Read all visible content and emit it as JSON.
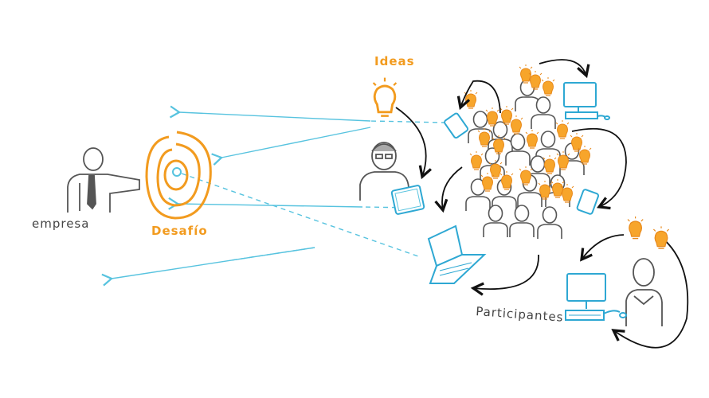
{
  "labels": {
    "ideas": "Ideas",
    "empresa": "empresa",
    "desafio": "Desafío",
    "participantes": "Participantes"
  },
  "colors": {
    "ink": "#444444",
    "orange": "#f29b1f",
    "blue": "#57c3df",
    "black": "#111111"
  },
  "icons": [
    "businessman",
    "target",
    "lightbulb",
    "person-with-glasses",
    "tablet",
    "laptop",
    "desktop-computer",
    "audience-crowd",
    "curved-arrow"
  ]
}
